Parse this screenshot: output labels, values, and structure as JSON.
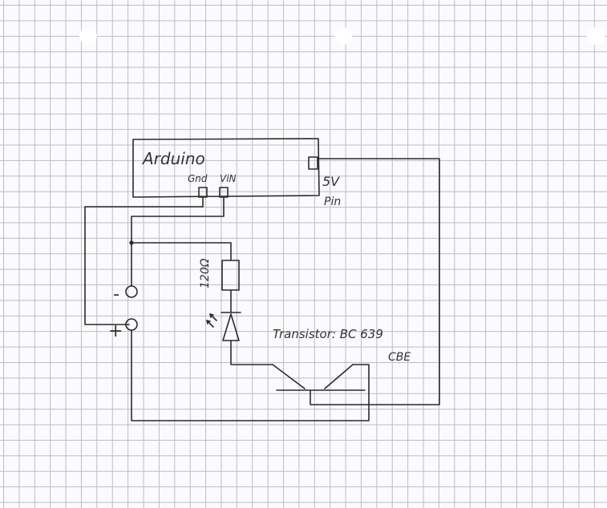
{
  "labels": {
    "board": "Arduino",
    "gnd_pin": "Gnd",
    "vin_pin": "ViN",
    "pin_number": "5V",
    "pin_word": "Pin",
    "resistor_value": "120Ω",
    "transistor_text": "Transistor: BC 639",
    "transistor_pins": "CBE",
    "minus_sign": "-",
    "plus_sign": "+"
  },
  "colors": {
    "ink": "#2a2a2a",
    "grid": "#b9bdc7",
    "paper": "#fbfbfd",
    "punch_hole": "#ffffff"
  }
}
